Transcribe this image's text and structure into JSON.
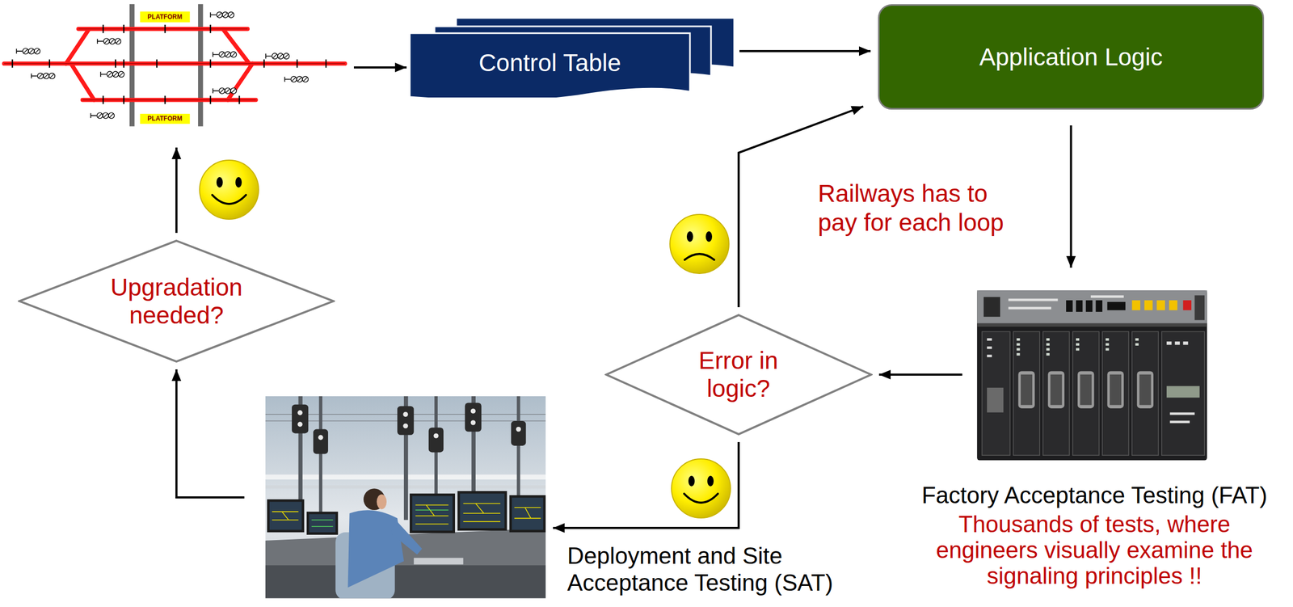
{
  "diagram": {
    "nodes": [
      {
        "text": [
          "PLATFORM",
          "PLATFORM"
        ]
      },
      {
        "text": [
          "Control Table"
        ]
      },
      {
        "text": [
          "Application Logic"
        ]
      },
      {
        "text": [
          "Factory Acceptance Testing (FAT)",
          "Thousands of tests, where engineers visually examine the signaling principles !!"
        ]
      },
      {
        "text": [
          "Error in logic?"
        ]
      },
      {
        "text": [
          "Deployment and Site Acceptance Testing (SAT)"
        ]
      },
      {
        "text": [
          "Upgradation needed?"
        ]
      }
    ],
    "edges": [
      {
        "from": 0,
        "to": 1,
        "arrow": "to"
      },
      {
        "from": 1,
        "to": 2,
        "arrow": "to"
      },
      {
        "from": 2,
        "to": 3,
        "arrow": "to"
      },
      {
        "from": 3,
        "to": 4,
        "arrow": "to"
      },
      {
        "from": 4,
        "to": 2,
        "label": "Railways has to pay for each loop",
        "arrow": "to"
      },
      {
        "from": 4,
        "to": 5,
        "arrow": "to"
      },
      {
        "from": 5,
        "to": 6,
        "arrow": "to"
      },
      {
        "from": 6,
        "to": 0,
        "arrow": "to"
      }
    ]
  }
}
